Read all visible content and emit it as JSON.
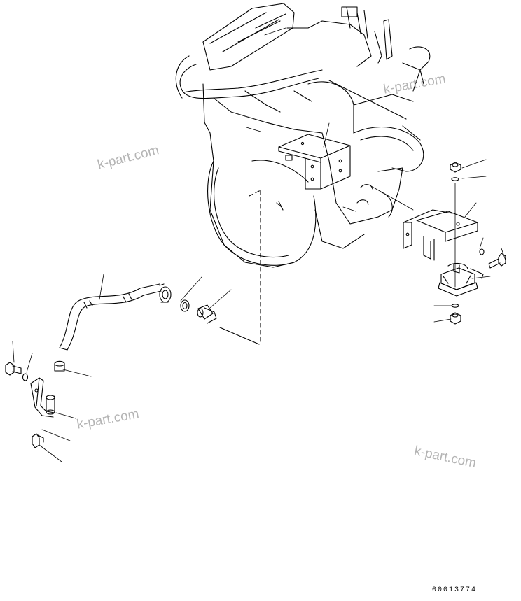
{
  "watermarks": [
    "k-part.com",
    "k-part.com",
    "k-part.com",
    "k-part.com"
  ],
  "document_number": "00013774"
}
